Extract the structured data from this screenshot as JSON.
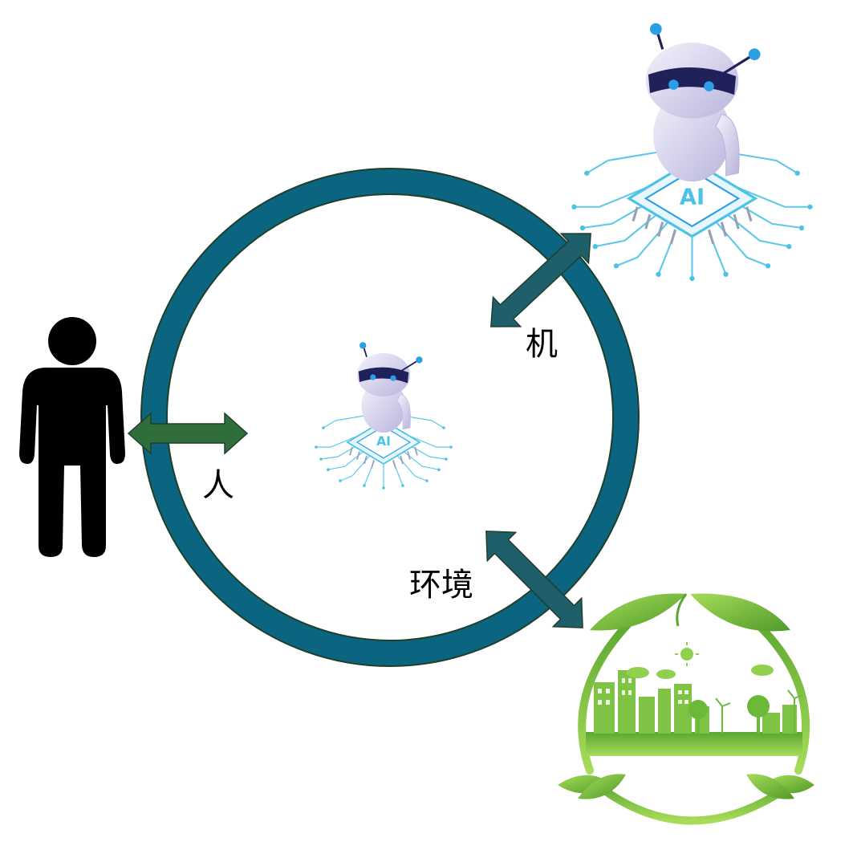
{
  "labels": {
    "human": "人",
    "machine": "机",
    "environment": "环境"
  },
  "chip_text": "AI",
  "icons": {
    "person": "person-silhouette-icon",
    "robot": "robot-on-ai-chip-icon",
    "environment": "green-city-leaf-wreath-icon"
  },
  "colors": {
    "ring": "#0b6480",
    "ring_outline": "#1f3f2a",
    "arrow": "#2f6d3a",
    "arrow_dark": "#1f5f6b",
    "person": "#000000",
    "robot_body": "#d8d5ee",
    "robot_accent": "#2b9fe6",
    "circuit": "#4cc3e6",
    "green_dark": "#5aa630",
    "green_light": "#9dd64b"
  }
}
